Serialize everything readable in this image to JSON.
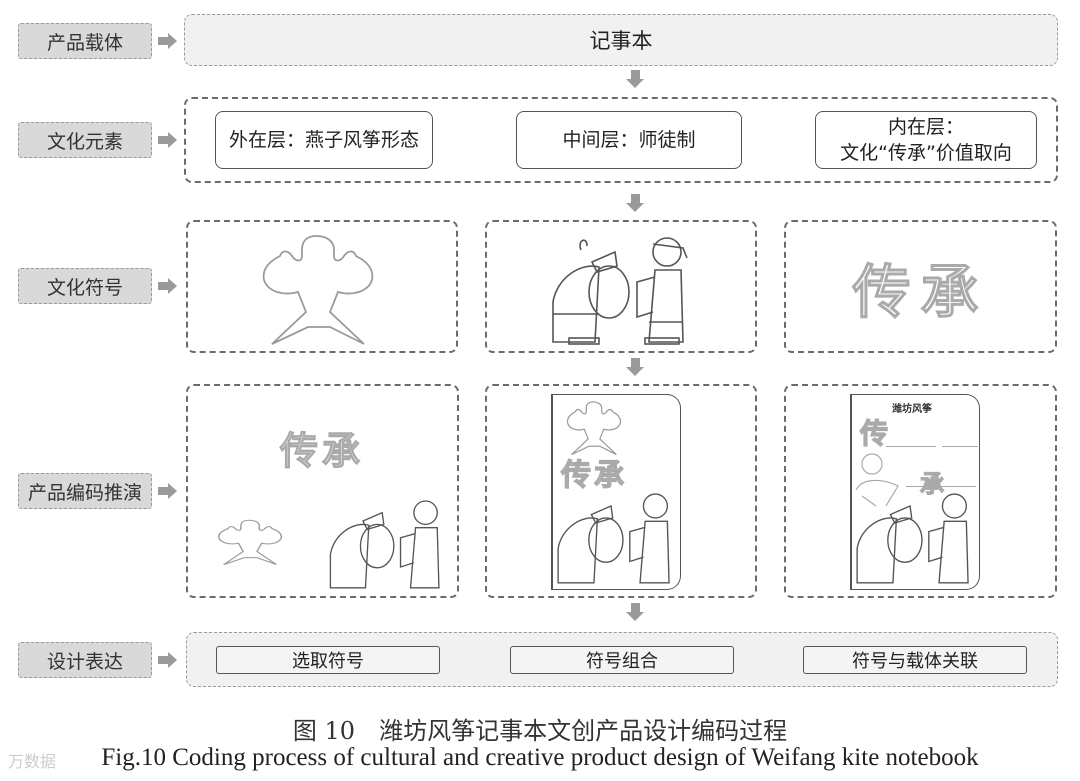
{
  "rows": [
    {
      "label": "产品载体",
      "content": "记事本"
    },
    {
      "label": "文化元素",
      "items": [
        "外在层：燕子风筝形态",
        "中间层：师徒制",
        "内在层：",
        "文化“传承”价值取向"
      ]
    },
    {
      "label": "文化符号",
      "panels": [
        "swallow-kite-outline",
        "master-apprentice-figures",
        "chuancheng-calligraphy"
      ],
      "calligraphy": "传承"
    },
    {
      "label": "产品编码推演",
      "panels": [
        "elements-scattered",
        "notebook-combined-v1",
        "notebook-combined-v2"
      ],
      "calligraphy": "传承",
      "calligraphy_split": [
        "传",
        "承"
      ],
      "notebook_title": "潍坊风筝"
    },
    {
      "label": "设计表达",
      "items": [
        "选取符号",
        "符号组合",
        "符号与载体关联"
      ]
    }
  ],
  "caption": {
    "cn": "图 10　潍坊风筝记事本文创产品设计编码过程",
    "en": "Fig.10 Coding process of cultural and creative product design of Weifang kite notebook"
  },
  "watermark": "万数据"
}
